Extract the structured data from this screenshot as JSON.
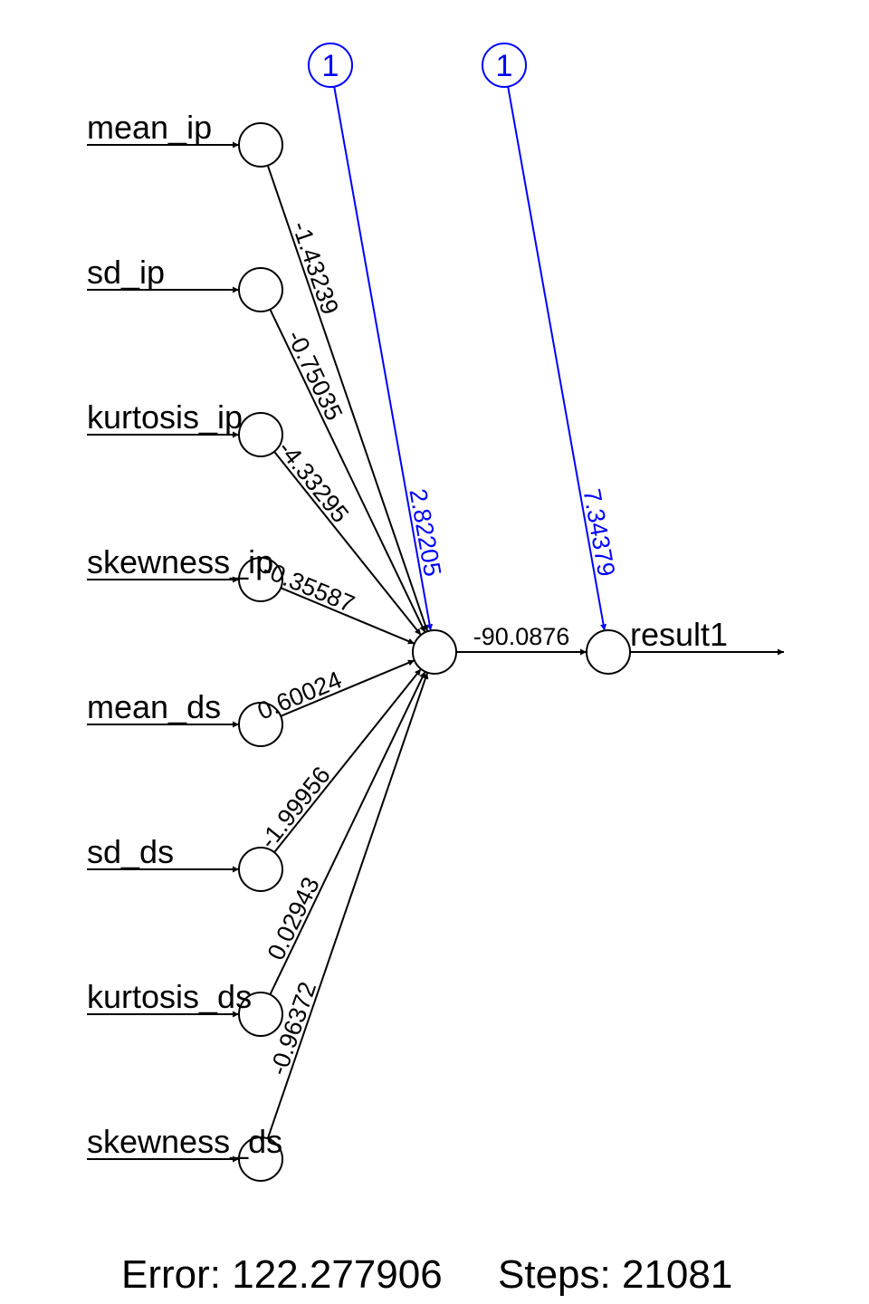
{
  "inputs": [
    {
      "label": "mean_ip",
      "weight": "-1.43239"
    },
    {
      "label": "sd_ip",
      "weight": "-0.75035"
    },
    {
      "label": "kurtosis_ip",
      "weight": "-4.33295"
    },
    {
      "label": "skewness_ip",
      "weight": "-0.35587"
    },
    {
      "label": "mean_ds",
      "weight": "0.60024"
    },
    {
      "label": "sd_ds",
      "weight": "-1.99956"
    },
    {
      "label": "kurtosis_ds",
      "weight": "0.02943"
    },
    {
      "label": "skewness_ds",
      "weight": "-0.96372"
    }
  ],
  "hidden": {
    "output_weight": "-90.0876"
  },
  "output": {
    "label": "result1"
  },
  "biases": [
    {
      "symbol": "1",
      "weight": "2.82205"
    },
    {
      "symbol": "1",
      "weight": "7.34379"
    }
  ],
  "footer": {
    "error": "Error: 122.277906",
    "steps": "Steps: 21081"
  },
  "colors": {
    "edge": "#000000",
    "bias": "#0000ff"
  }
}
